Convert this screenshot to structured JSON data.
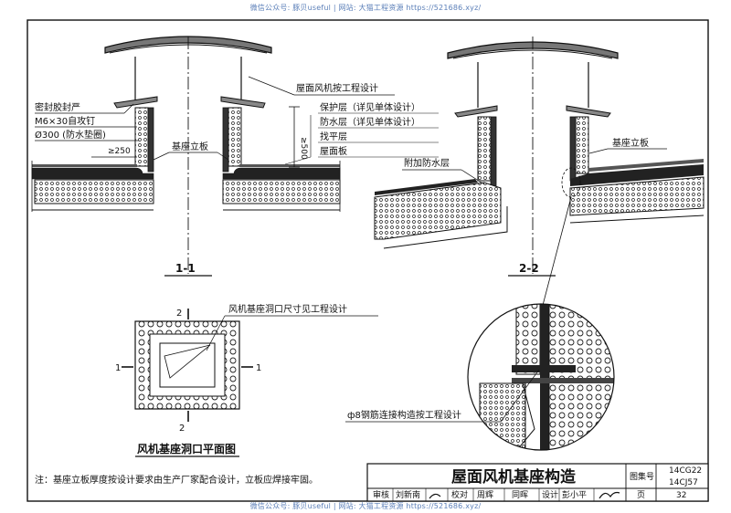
{
  "watermark": {
    "top": "微信公众号: 豚贝useful  |  网站: 大猫工程资源  https://521686.xyz/",
    "bottom": "微信公众号: 豚贝useful  |  网站: 大猫工程资源  https://521686.xyz/"
  },
  "section_1": {
    "label": "1-1",
    "callouts": [
      "密封胶封严",
      "M6×30自攻钉",
      "Ø300 (防水垫圈)",
      "≥250",
      "基座立板"
    ],
    "dimension": "≥500"
  },
  "shared_callouts": [
    "屋面风机按工程设计",
    "保护层（详见单体设计）",
    "防水层（详见单体设计）",
    "找平层",
    "屋面板"
  ],
  "section_2": {
    "label": "2-2",
    "callouts": [
      "基座立板",
      "附加防水层"
    ]
  },
  "plan": {
    "title": "风机基座洞口平面图",
    "callout": "风机基座洞口尺寸见工程设计",
    "cut_marks": [
      "2",
      "2",
      "1",
      "1"
    ]
  },
  "detail": {
    "callout": "ф8钢筋连接构造按工程设计"
  },
  "note": "注：基座立板厚度按设计要求由生产厂家配合设计，立板应焊接牢固。",
  "title_block": {
    "drawing_title": "屋面风机基座构造",
    "atlas_label": "图集号",
    "atlas_numbers": [
      "14CG22",
      "14CJ57"
    ],
    "review_row": [
      "审核",
      "刘新南",
      "",
      "校对",
      "周辉",
      "同晖",
      "设计",
      "彭小平",
      ""
    ],
    "page_label": "页",
    "page_number": "32"
  }
}
